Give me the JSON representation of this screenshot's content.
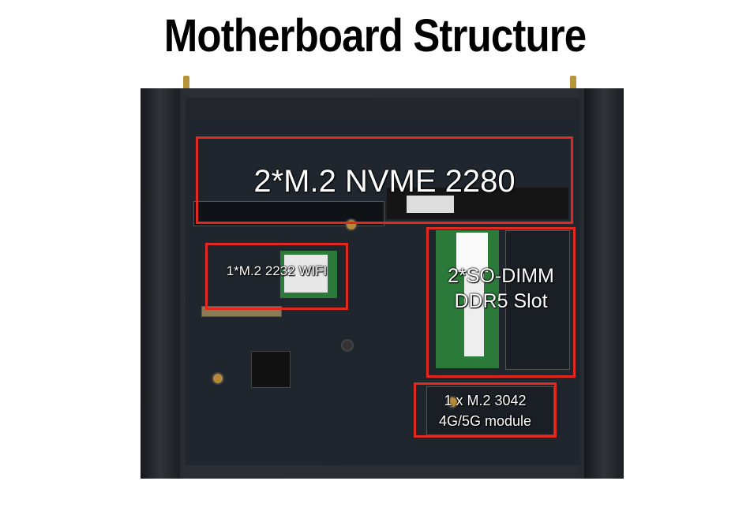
{
  "title": "Motherboard Structure",
  "annotations": {
    "nvme": "2*M.2 NVME 2280",
    "wifi": "1*M.2 2232 WIFI",
    "sodimm_line1": "2*SO-DIMM",
    "sodimm_line2": "DDR5 Slot",
    "wwan_line1": "1 x M.2 3042",
    "wwan_line2": "4G/5G module"
  },
  "colors": {
    "highlight_box": "#e02a20",
    "board": "#1f262d"
  }
}
